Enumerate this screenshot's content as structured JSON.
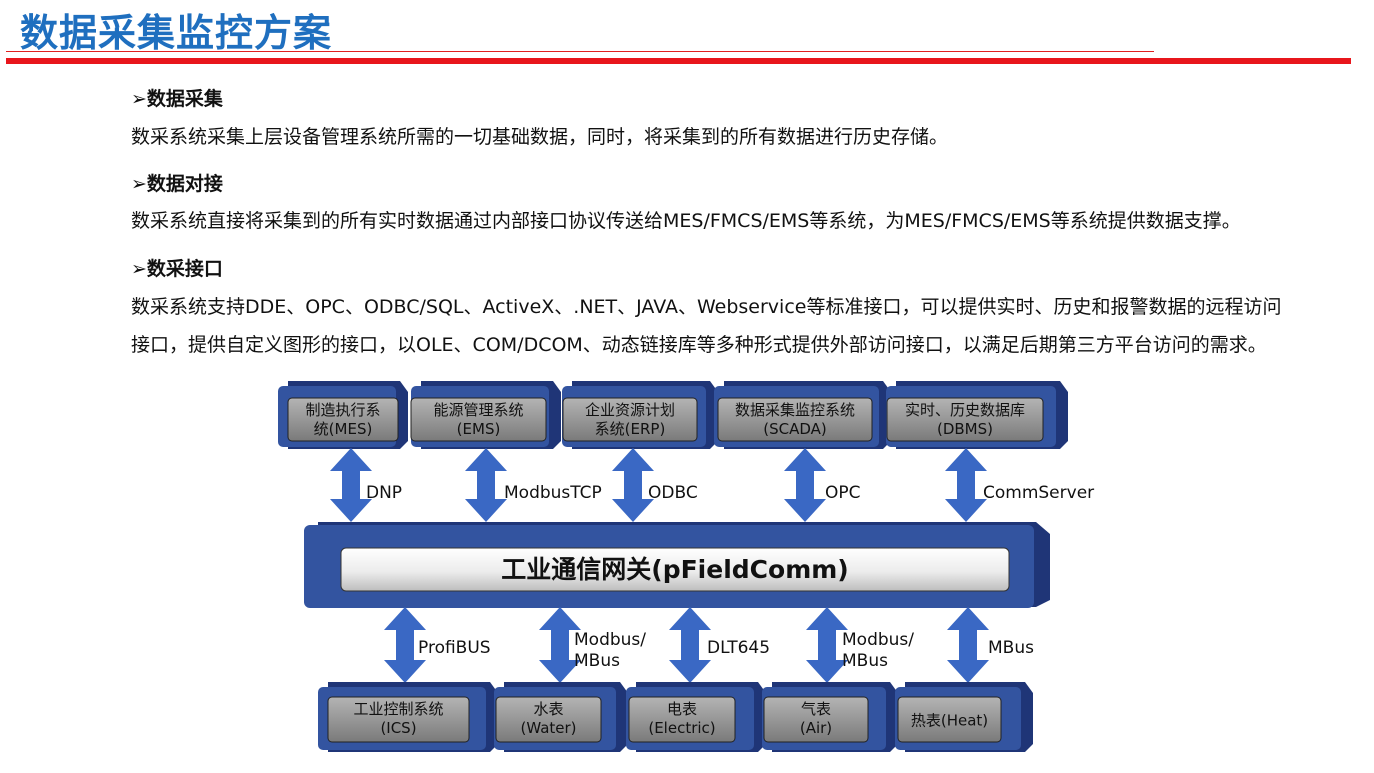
{
  "title": "数据采集监控方案",
  "sections": [
    {
      "heading": "➢数据采集",
      "lines": [
        "数采系统采集上层设备管理系统所需的一切基础数据，同时，将采集到的所有数据进行历史存储。"
      ]
    },
    {
      "heading": "➢数据对接",
      "lines": [
        "数采系统直接将采集到的所有实时数据通过内部接口协议传送给MES/FMCS/EMS等系统，为MES/FMCS/EMS等系统提供数据支撑。"
      ]
    },
    {
      "heading": "➢数采接口",
      "lines": [
        "数采系统支持DDE、OPC、ODBC/SQL、ActiveX、.NET、JAVA、Webservice等标准接口，可以提供实时、历史和报警数据的远程访问",
        "接口，提供自定义图形的接口，以OLE、COM/DCOM、动态链接库等多种形式提供外部访问接口，以满足后期第三方平台访问的需求。"
      ]
    }
  ],
  "diagram": {
    "top_systems": [
      {
        "line1": "制造执行系",
        "line2": "统(MES)"
      },
      {
        "line1": "能源管理系统",
        "line2": "(EMS)"
      },
      {
        "line1": "企业资源计划",
        "line2": "系统(ERP)"
      },
      {
        "line1": "数据采集监控系统",
        "line2": "(SCADA)"
      },
      {
        "line1": "实时、历史数据库",
        "line2": "(DBMS)"
      }
    ],
    "top_protocols": [
      "DNP",
      "ModbusTCP",
      "ODBC",
      "OPC",
      "CommServer"
    ],
    "gateway": "工业通信网关(pFieldComm)",
    "bottom_protocols": [
      {
        "line1": "ProfiBUS",
        "line2": ""
      },
      {
        "line1": "Modbus/",
        "line2": "MBus"
      },
      {
        "line1": "DLT645",
        "line2": ""
      },
      {
        "line1": "Modbus/",
        "line2": "MBus"
      },
      {
        "line1": "MBus",
        "line2": ""
      }
    ],
    "bottom_devices": [
      {
        "line1": "工业控制系统",
        "line2": "(ICS)"
      },
      {
        "line1": "水表",
        "line2": "(Water)"
      },
      {
        "line1": "电表",
        "line2": "(Electric)"
      },
      {
        "line1": "气表",
        "line2": "(Air)"
      },
      {
        "line1": "热表(Heat)",
        "line2": ""
      }
    ],
    "colors": {
      "panel": "#3354a0",
      "panel_dark": "#1f3577",
      "arrow": "#3a68c4",
      "box": "#8a8a8a"
    }
  }
}
